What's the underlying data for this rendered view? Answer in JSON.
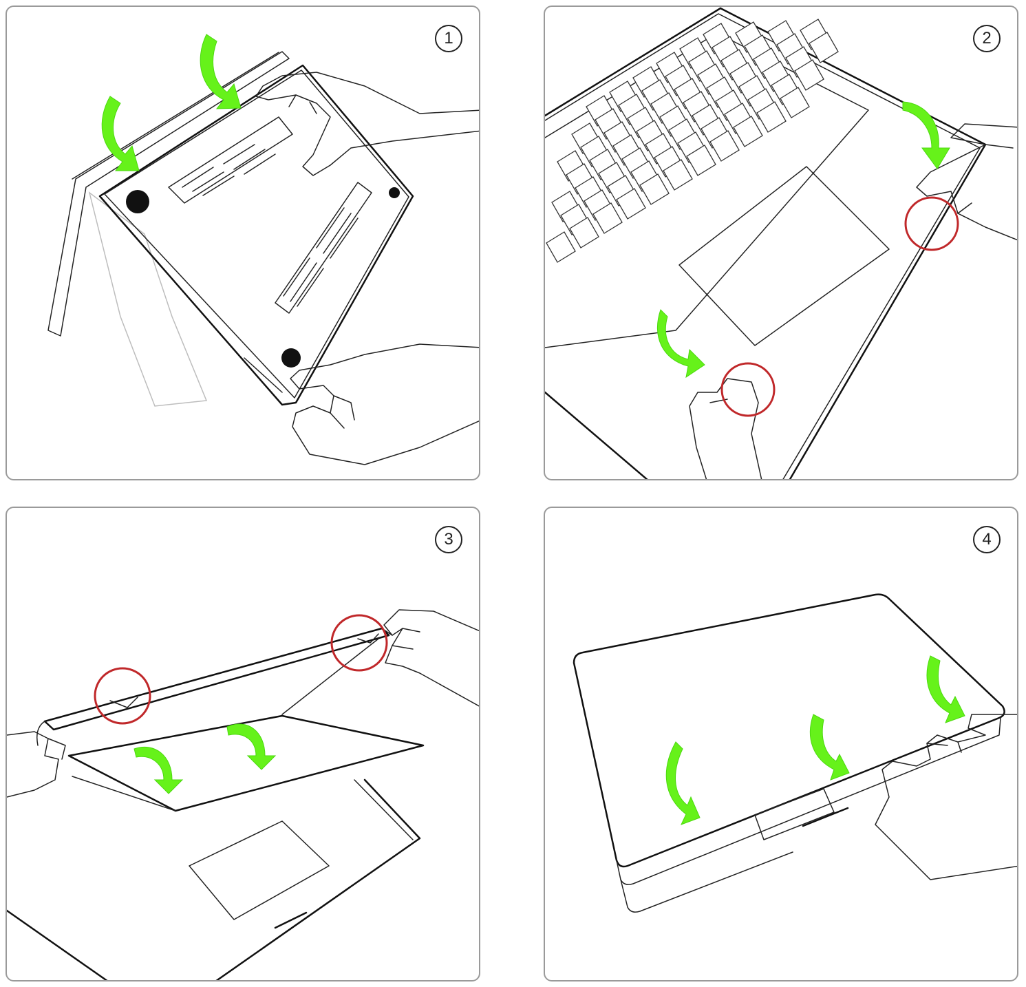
{
  "steps": [
    {
      "number": "1"
    },
    {
      "number": "2"
    },
    {
      "number": "3"
    },
    {
      "number": "4"
    }
  ],
  "colors": {
    "arrow": "#66f21a",
    "highlight_circle": "#c0282a",
    "panel_border": "#9a9a9a",
    "line_art": "#111111"
  }
}
